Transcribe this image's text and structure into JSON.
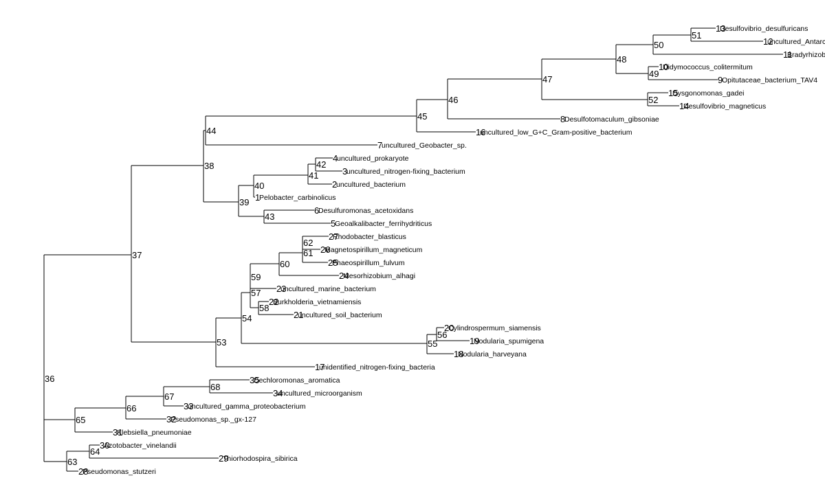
{
  "tree": {
    "tips": [
      {
        "id": "13",
        "label": "Desulfovibrio_desulfuricans"
      },
      {
        "id": "12",
        "label": "uncultured_Antarc"
      },
      {
        "id": "11",
        "label": "Bradyrhizob"
      },
      {
        "id": "10",
        "label": "Didymococcus_colitermitum"
      },
      {
        "id": "9",
        "label": "Opitutaceae_bacterium_TAV4"
      },
      {
        "id": "15",
        "label": "Dysgonomonas_gadei"
      },
      {
        "id": "14",
        "label": "Desulfovibrio_magneticus"
      },
      {
        "id": "8",
        "label": "Desulfotomaculum_gibsoniae"
      },
      {
        "id": "16",
        "label": "uncultured_low_G+C_Gram-positive_bacterium"
      },
      {
        "id": "7",
        "label": "uncultured_Geobacter_sp."
      },
      {
        "id": "4",
        "label": "uncultured_prokaryote"
      },
      {
        "id": "3",
        "label": "uncultured_nitrogen-fixing_bacterium"
      },
      {
        "id": "2",
        "label": "uncultured_bacterium"
      },
      {
        "id": "1",
        "label": "Pelobacter_carbinolicus"
      },
      {
        "id": "6",
        "label": "Desulfuromonas_acetoxidans"
      },
      {
        "id": "5",
        "label": "Geoalkalibacter_ferrihydriticus"
      },
      {
        "id": "27",
        "label": "Rhodobacter_blasticus"
      },
      {
        "id": "26",
        "label": "Magnetospirillum_magneticum"
      },
      {
        "id": "25",
        "label": "Phaeospirillum_fulvum"
      },
      {
        "id": "24",
        "label": "Mesorhizobium_alhagi"
      },
      {
        "id": "23",
        "label": "uncultured_marine_bacterium"
      },
      {
        "id": "22",
        "label": "Burkholderia_vietnamiensis"
      },
      {
        "id": "21",
        "label": "uncultured_soil_bacterium"
      },
      {
        "id": "20",
        "label": "Cylindrospermum_siamensis"
      },
      {
        "id": "19",
        "label": "Nodularia_spumigena"
      },
      {
        "id": "18",
        "label": "Nodularia_harveyana"
      },
      {
        "id": "17",
        "label": "unidentified_nitrogen-fixing_bacteria"
      },
      {
        "id": "35",
        "label": "Dechloromonas_aromatica"
      },
      {
        "id": "34",
        "label": "uncultured_microorganism"
      },
      {
        "id": "33",
        "label": "uncultured_gamma_proteobacterium"
      },
      {
        "id": "32",
        "label": "Pseudomonas_sp._gx-127"
      },
      {
        "id": "31",
        "label": "Klebsiella_pneumoniae"
      },
      {
        "id": "30",
        "label": "Azotobacter_vinelandii"
      },
      {
        "id": "29",
        "label": "Thiorhodospira_sibirica"
      },
      {
        "id": "28",
        "label": "Pseudomonas_stutzeri"
      }
    ],
    "internal_nodes": [
      "36",
      "37",
      "38",
      "39",
      "40",
      "41",
      "42",
      "43",
      "44",
      "45",
      "46",
      "47",
      "48",
      "49",
      "50",
      "51",
      "52",
      "53",
      "54",
      "55",
      "56",
      "57",
      "58",
      "59",
      "60",
      "61",
      "62",
      "63",
      "64",
      "65",
      "66",
      "67",
      "68"
    ]
  }
}
